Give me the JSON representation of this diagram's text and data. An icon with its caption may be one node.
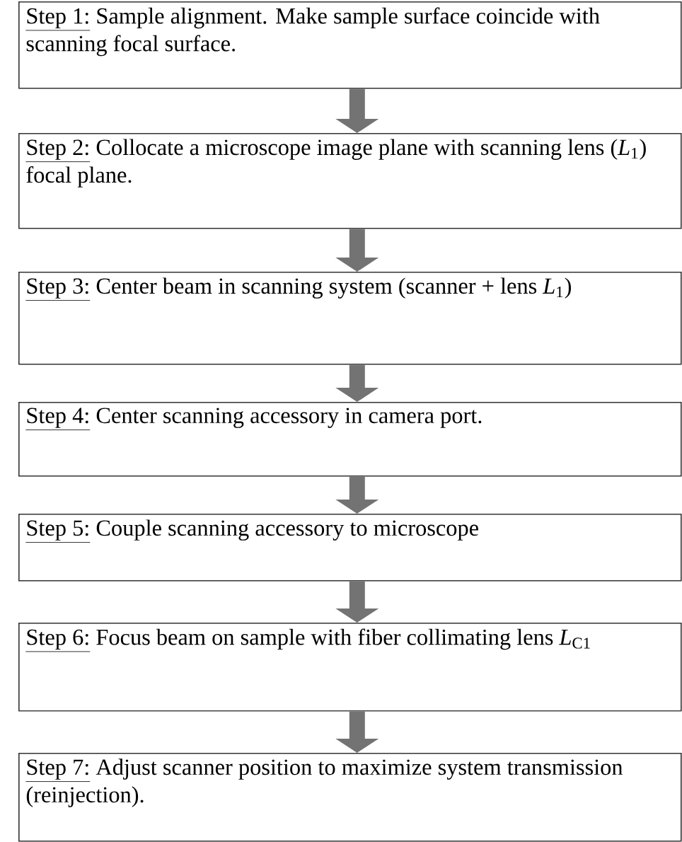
{
  "diagram": {
    "nodes": [
      {
        "text": [
          "Step 1:",
          "Sample alignment. Make sample surface coincide with scanning focal surface."
        ]
      },
      {
        "text": [
          "Step 2:",
          "Collocate a microscope image plane with scanning lens (*L*$_{1}$) focal plane."
        ]
      },
      {
        "text": [
          "Step 3:",
          "Center beam in scanning system (scanner + lens *L*$_{1}$)"
        ]
      },
      {
        "text": [
          "Step 4:",
          "Center scanning accessory in camera port."
        ]
      },
      {
        "text": [
          "Step 5:",
          "Couple scanning accessory to microscope"
        ]
      },
      {
        "text": [
          "Step 6:",
          "Focus beam on sample with fiber collimating lens *L*$_{C1}$"
        ]
      },
      {
        "text": [
          "Step 7:",
          "Adjust scanner position to maximize system transmission (reinjection)."
        ]
      }
    ],
    "edges": [
      {
        "from": 0,
        "to": 1,
        "arrow": "to"
      },
      {
        "from": 1,
        "to": 2,
        "arrow": "to"
      },
      {
        "from": 2,
        "to": 3,
        "arrow": "to"
      },
      {
        "from": 3,
        "to": 4,
        "arrow": "to"
      },
      {
        "from": 4,
        "to": 5,
        "arrow": "to"
      },
      {
        "from": 5,
        "to": 6,
        "arrow": "to"
      }
    ]
  }
}
